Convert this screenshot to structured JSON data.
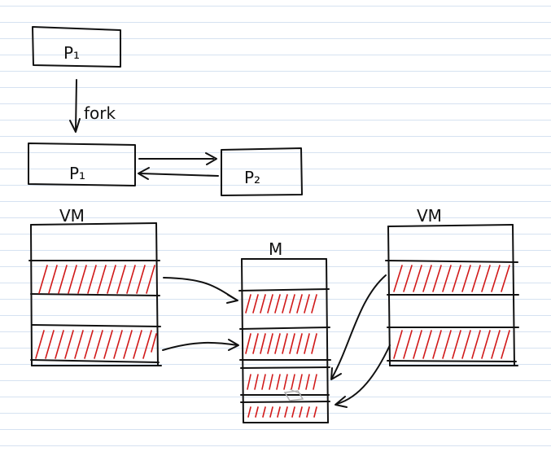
{
  "labels": {
    "process_top": "P₁",
    "fork": "fork",
    "process_parent": "P₁",
    "process_child": "P₂",
    "vm_left": "VM",
    "memory": "M",
    "vm_right": "VM"
  },
  "colors": {
    "ink": "#111111",
    "hatch": "#d11a1a",
    "ruled_line": "#d6e2f1"
  }
}
